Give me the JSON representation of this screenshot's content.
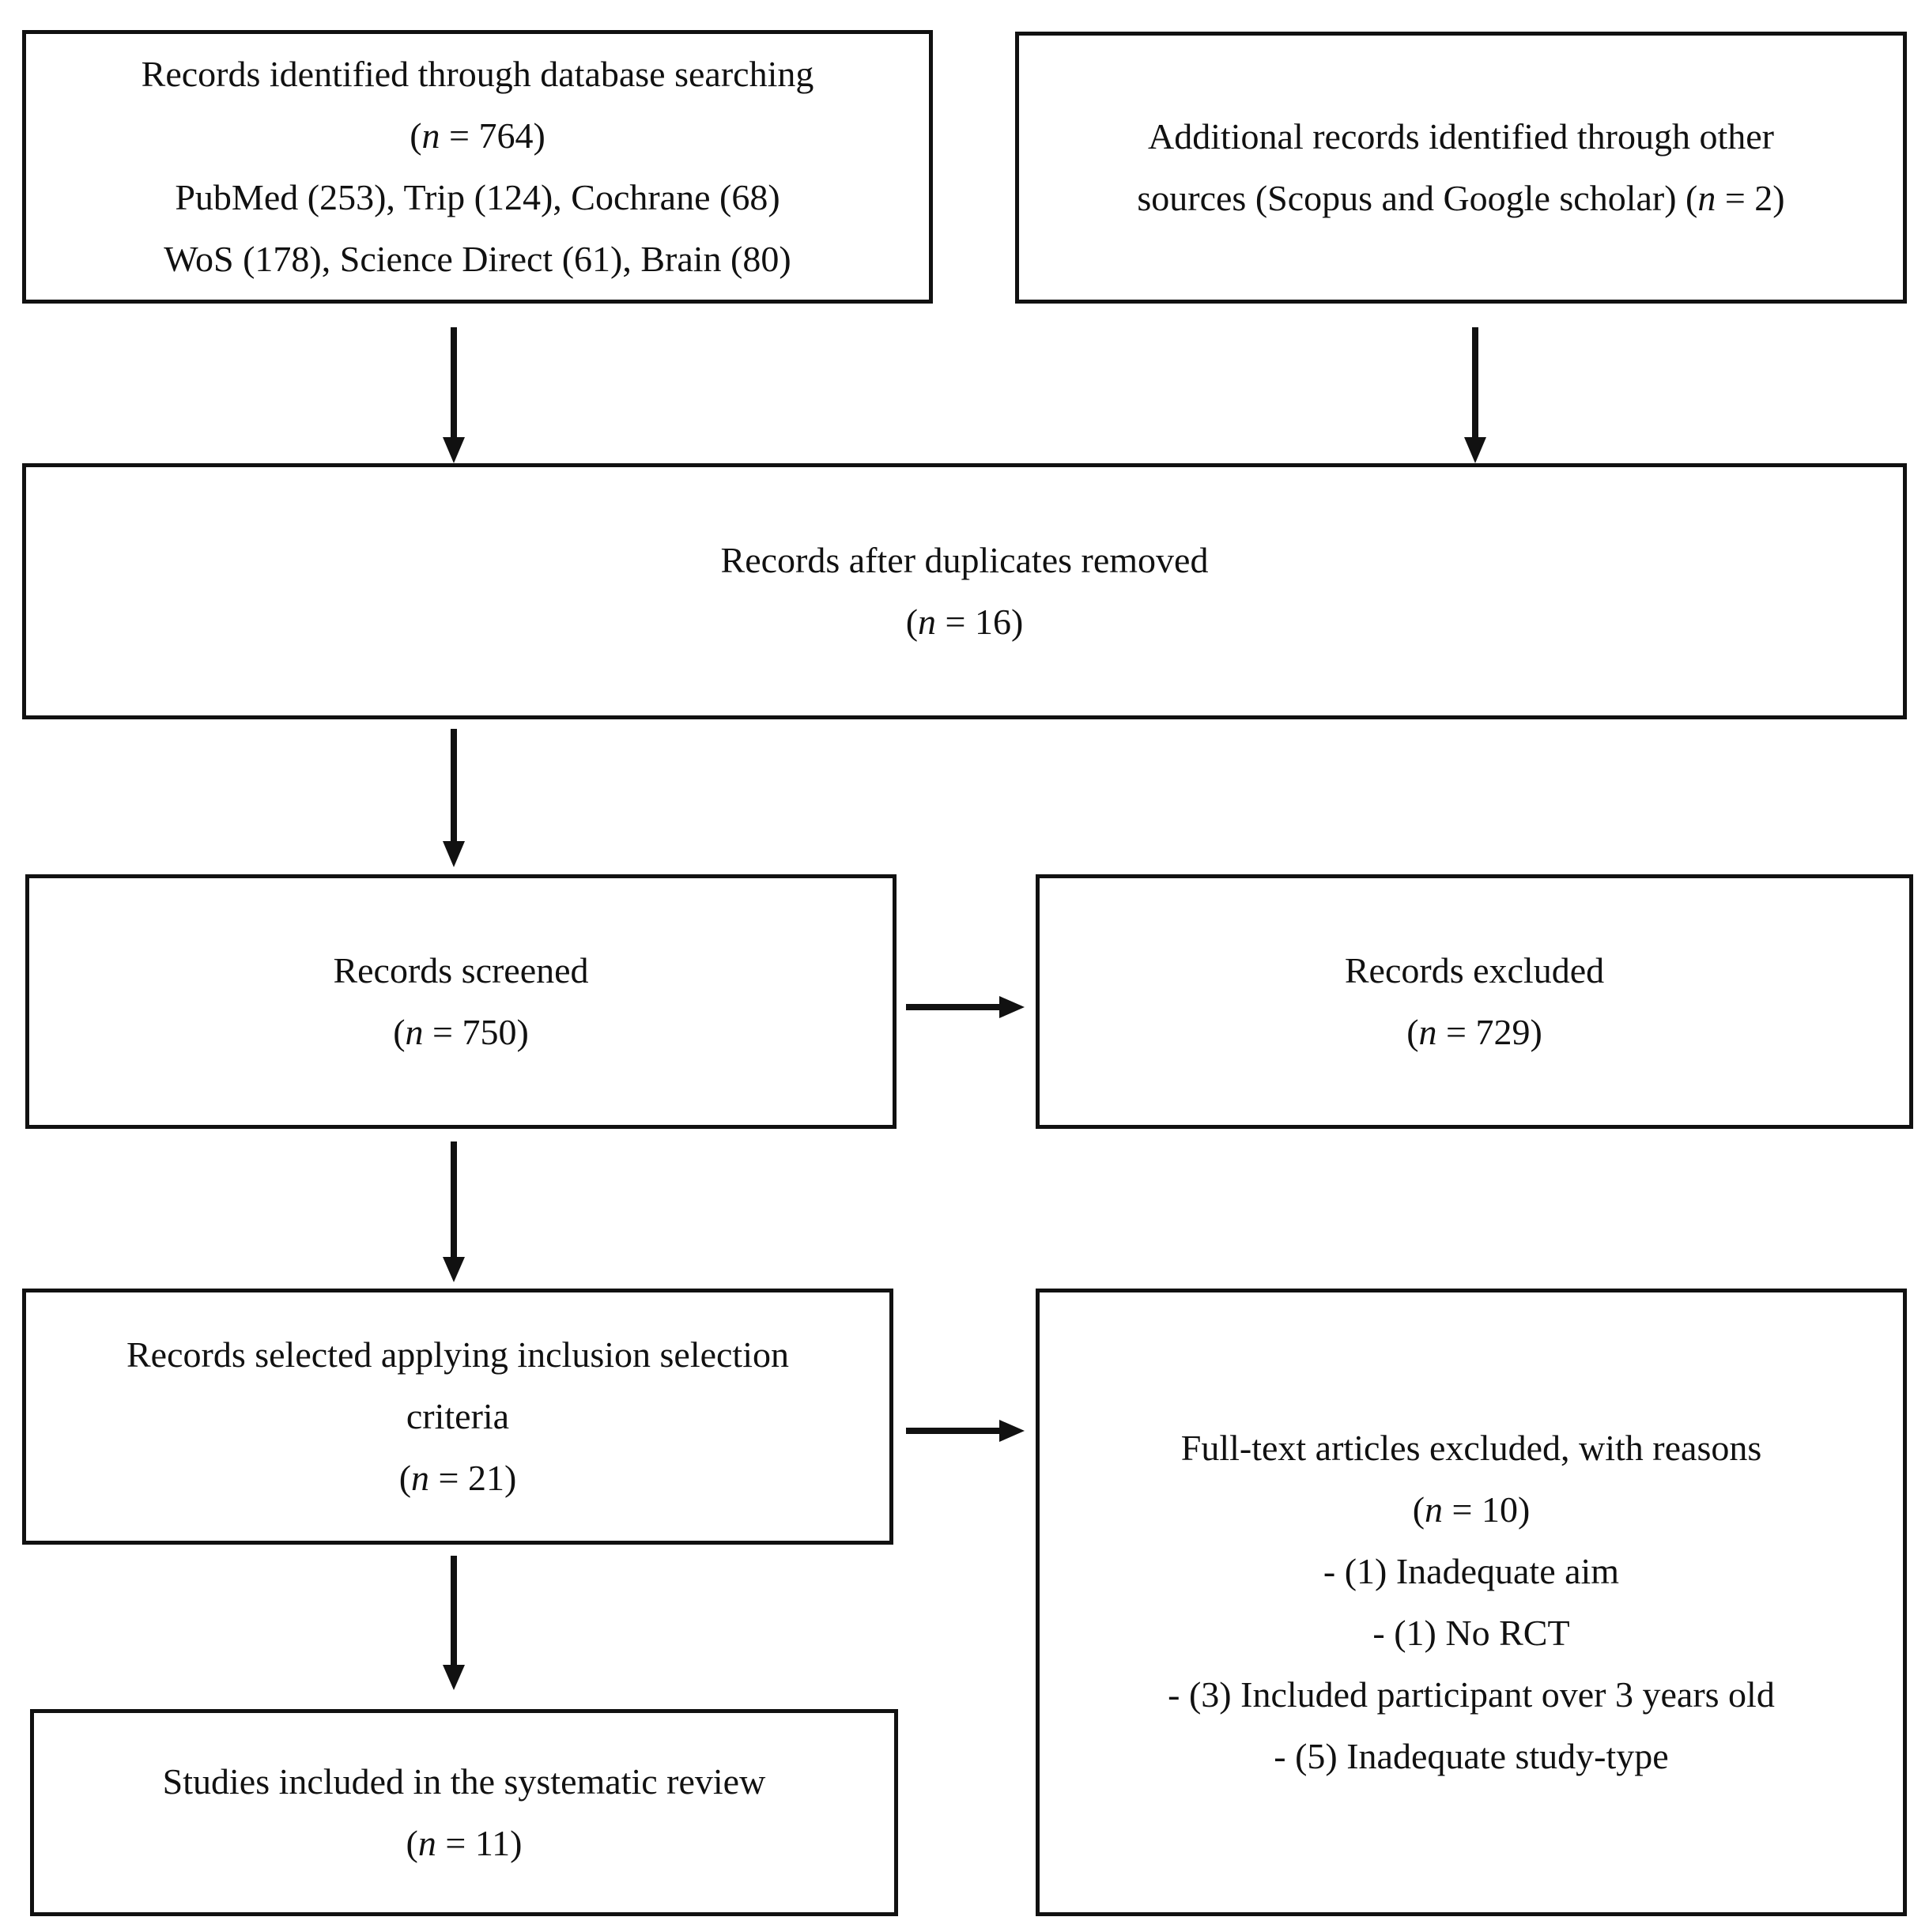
{
  "identification": {
    "database": {
      "title": "Records identified through database searching",
      "count_prefix": "(",
      "n_symbol": "n",
      "count_suffix": " = 764)",
      "sources_line1": "PubMed (253), Trip (124), Cochrane (68)",
      "sources_line2": "WoS (178), Science Direct (61), Brain (80)"
    },
    "other": {
      "line1": "Additional records identified through other",
      "line2_prefix": "sources (Scopus and Google scholar) (",
      "n_symbol": "n",
      "line2_suffix": " = 2)"
    }
  },
  "duplicates": {
    "title": "Records after duplicates removed",
    "count_prefix": "(",
    "n_symbol": "n",
    "count_suffix": " = 16)"
  },
  "screening": {
    "screened": {
      "title": "Records screened",
      "count_prefix": "(",
      "n_symbol": "n",
      "count_suffix": " = 750)"
    },
    "excluded": {
      "title": "Records excluded",
      "count_prefix": "(",
      "n_symbol": "n",
      "count_suffix": " = 729)"
    }
  },
  "eligibility": {
    "selected": {
      "title_line1": "Records selected applying inclusion selection",
      "title_line2": "criteria",
      "count_prefix": "(",
      "n_symbol": "n",
      "count_suffix": " = 21)"
    },
    "fulltext_excluded": {
      "title": "Full-text articles excluded, with reasons",
      "count_prefix": "(",
      "n_symbol": "n",
      "count_suffix": " = 10)",
      "reasons": [
        "- (1) Inadequate aim",
        "- (1) No RCT",
        "- (3) Included participant over 3 years old",
        "- (5) Inadequate study-type"
      ]
    }
  },
  "included": {
    "title": "Studies included in the systematic review",
    "count_prefix": "(",
    "n_symbol": "n",
    "count_suffix": " = 11)"
  }
}
